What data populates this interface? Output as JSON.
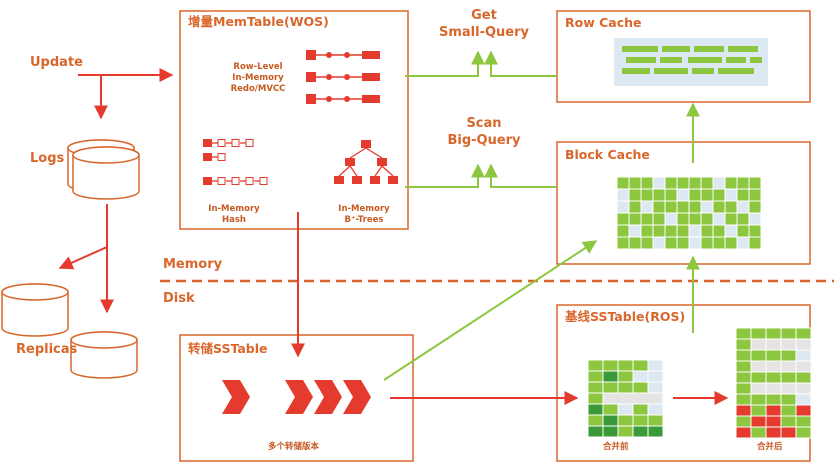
{
  "colors": {
    "orange": "#d9662a",
    "red": "#e53a2e",
    "green": "#8dc63f",
    "light_blue": "#dde9f2",
    "gray": "#e4e4e4",
    "dark_green": "#3a9a3a"
  },
  "labels": {
    "update": "Update",
    "logs": "Logs",
    "replicas": "Replicas",
    "memory": "Memory",
    "disk": "Disk",
    "get_query": "Get\nSmall-Query",
    "scan_query": "Scan\nBig-Query"
  },
  "memtable": {
    "title": "增量MemTable(WOS)",
    "row_level": "Row-Level\nIn-Memory\nRedo/MVCC",
    "hash": "In-Memory\nHash",
    "btree": "In-Memory\nB⁺-Trees"
  },
  "row_cache": {
    "title": "Row Cache"
  },
  "block_cache": {
    "title": "Block Cache"
  },
  "sstable": {
    "title": "转储SSTable",
    "caption": "多个转储版本"
  },
  "base_sstable": {
    "title": "基线SSTable(ROS)",
    "before": "合并前",
    "after": "合并后"
  }
}
